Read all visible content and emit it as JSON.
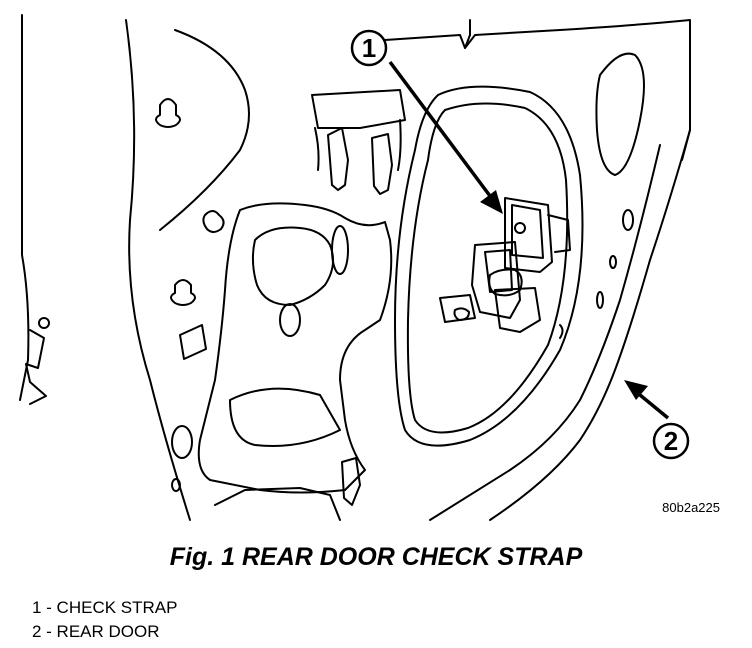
{
  "figure": {
    "caption": "Fig. 1 REAR DOOR CHECK STRAP",
    "image_code": "80b2a225",
    "callouts": [
      {
        "number": "1",
        "label": "CHECK STRAP"
      },
      {
        "number": "2",
        "label": "REAR DOOR"
      }
    ],
    "legend": [
      "1 - CHECK STRAP",
      "2 - REAR DOOR"
    ]
  }
}
